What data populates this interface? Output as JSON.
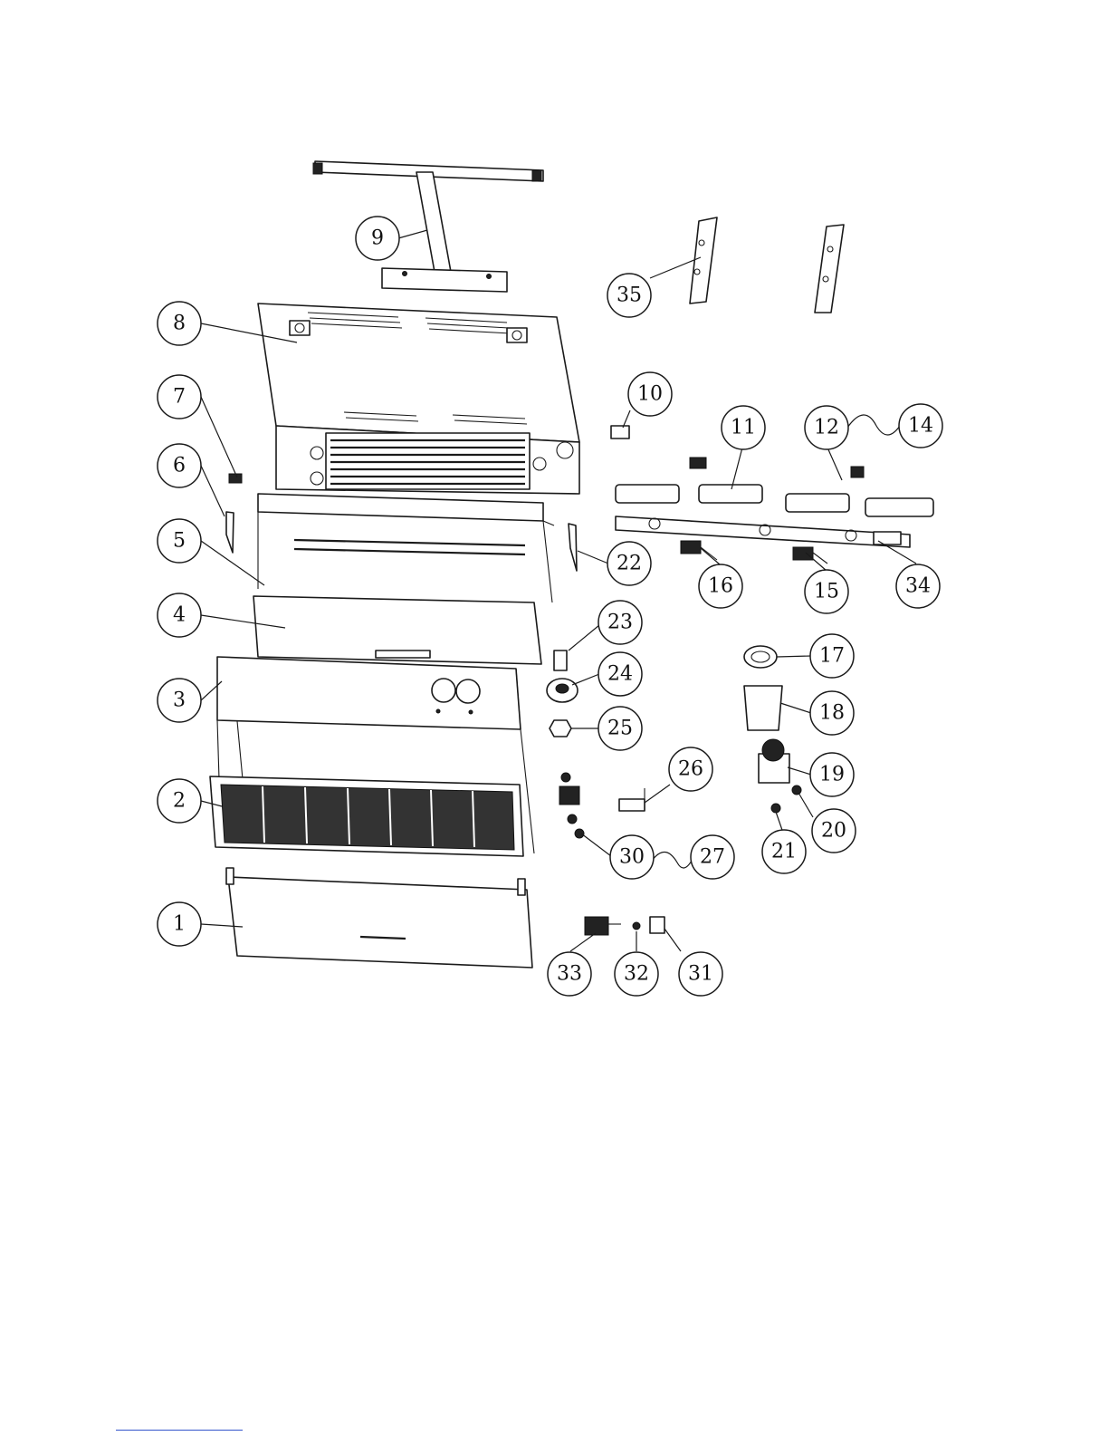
{
  "diagram": {
    "callouts": [
      {
        "id": "1",
        "label": "1"
      },
      {
        "id": "2",
        "label": "2"
      },
      {
        "id": "3",
        "label": "3"
      },
      {
        "id": "4",
        "label": "4"
      },
      {
        "id": "5",
        "label": "5"
      },
      {
        "id": "6",
        "label": "6"
      },
      {
        "id": "7",
        "label": "7"
      },
      {
        "id": "8",
        "label": "8"
      },
      {
        "id": "9",
        "label": "9"
      },
      {
        "id": "10",
        "label": "10"
      },
      {
        "id": "11",
        "label": "11"
      },
      {
        "id": "12",
        "label": "12"
      },
      {
        "id": "14",
        "label": "14"
      },
      {
        "id": "15",
        "label": "15"
      },
      {
        "id": "16",
        "label": "16"
      },
      {
        "id": "17",
        "label": "17"
      },
      {
        "id": "18",
        "label": "18"
      },
      {
        "id": "19",
        "label": "19"
      },
      {
        "id": "20",
        "label": "20"
      },
      {
        "id": "21",
        "label": "21"
      },
      {
        "id": "22",
        "label": "22"
      },
      {
        "id": "23",
        "label": "23"
      },
      {
        "id": "24",
        "label": "24"
      },
      {
        "id": "25",
        "label": "25"
      },
      {
        "id": "26",
        "label": "26"
      },
      {
        "id": "27",
        "label": "27"
      },
      {
        "id": "30",
        "label": "30"
      },
      {
        "id": "31",
        "label": "31"
      },
      {
        "id": "32",
        "label": "32"
      },
      {
        "id": "33",
        "label": "33"
      },
      {
        "id": "34",
        "label": "34"
      },
      {
        "id": "35",
        "label": "35"
      }
    ]
  }
}
